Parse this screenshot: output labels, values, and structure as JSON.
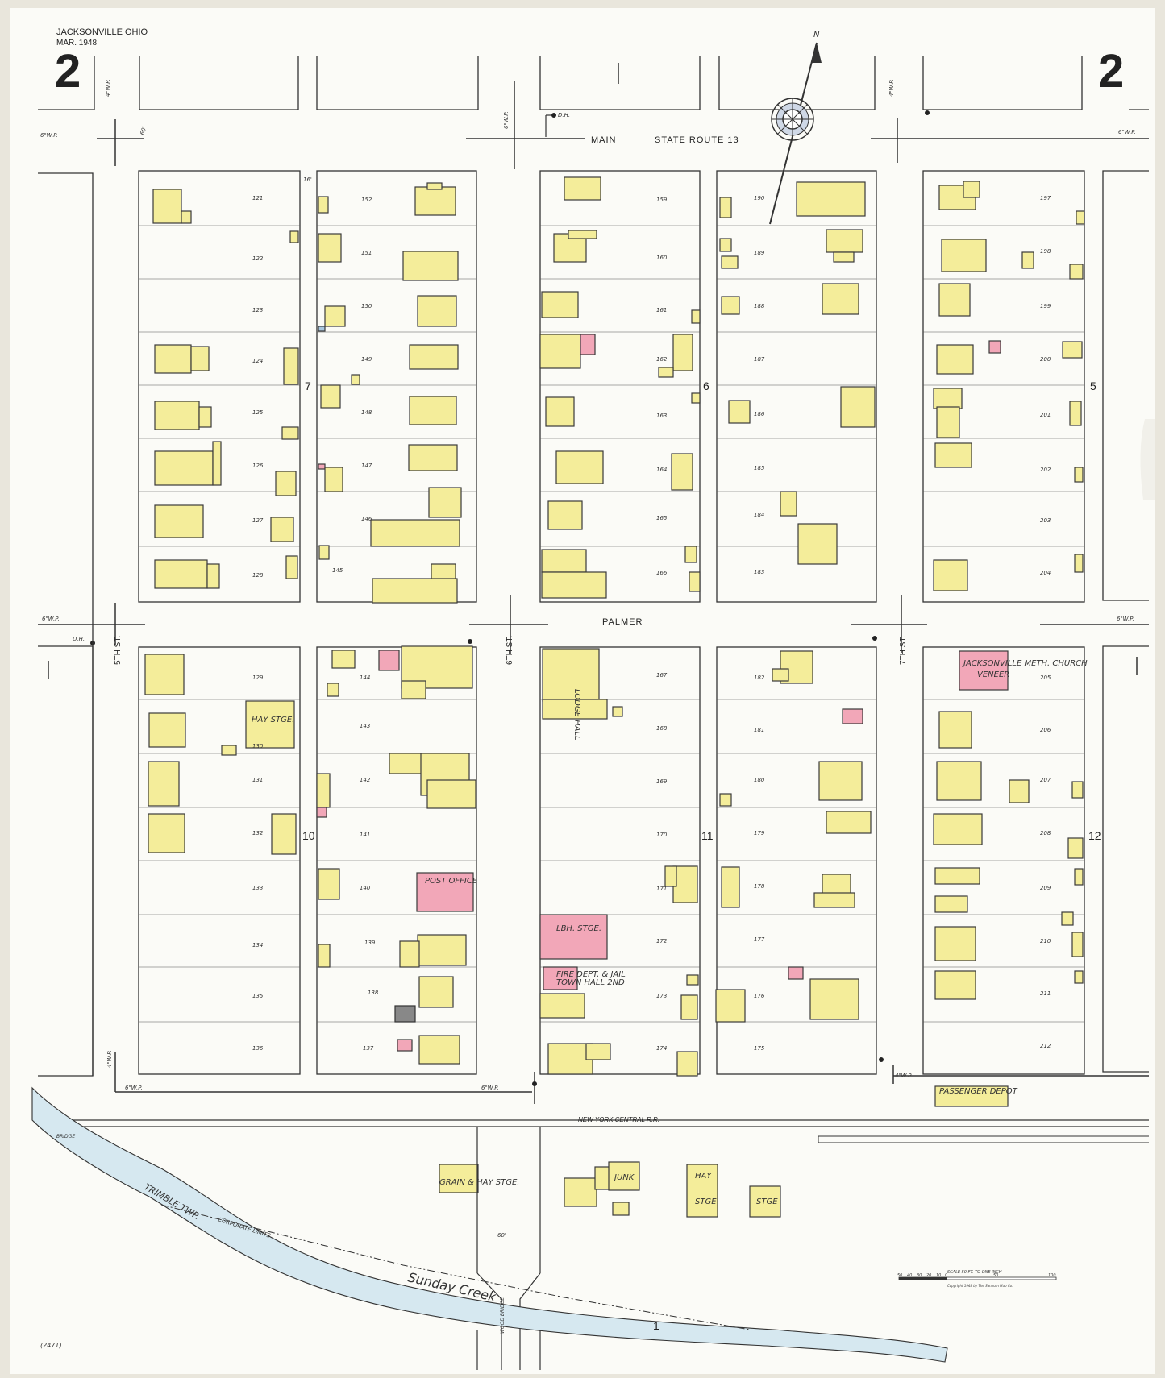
{
  "map": {
    "city": "JACKSONVILLE OHIO",
    "date": "MAR. 1948",
    "sheet_number": "2",
    "sheet_number_right": "2",
    "catalog_number": "(2471)",
    "copyright": "Copyright 1948 by The Sanborn Map Co."
  },
  "streets": {
    "main": "MAIN",
    "route": "STATE ROUTE 13",
    "palmer": "PALMER",
    "fifth": "5TH ST.",
    "sixth": "6TH ST.",
    "seventh": "7TH ST.",
    "railroad": "NEW YORK CENTRAL R.R.",
    "creek": "Sunday Creek",
    "township": "TRIMBLE TWP.",
    "corporate": "CORPORATE LIMITS",
    "bridge": "WOOD BRIDGE",
    "bridge_left": "BRIDGE"
  },
  "blocks": [
    "7",
    "6",
    "5",
    "10",
    "11",
    "12"
  ],
  "adjoining_sheets": [
    "1"
  ],
  "buildings": {
    "post_office": "POST OFFICE",
    "lodge_hall": "LODGE HALL",
    "church": "JACKSONVILLE METH. CHURCH",
    "church_note": "VENEER",
    "storage": "LBH. STGE.",
    "fire_dept": "FIRE DEPT. & JAIL",
    "town_hall": "TOWN HALL 2ND",
    "hay_storage": "HAY STGE.",
    "passenger_depot": "PASSENGER DEPOT",
    "grain_hay": "GRAIN & HAY STGE.",
    "junk": "JUNK",
    "hay": "HAY",
    "storage2": "STGE",
    "stge": "STGE"
  },
  "water_pipes": {
    "w6_left": "6\"W.P.",
    "w6_right": "6\"W.P.",
    "w4_main": "4\"W.P.",
    "w6_mid": "6\"W.P.",
    "w4_right": "4\"W.P.",
    "w6_palmer_l": "6\"W.P.",
    "w6_palmer_r": "6\"W.P.",
    "w6_bottom": "6\"W.P.",
    "w4_bottom": "4\"W.P.",
    "w6_bottom2": "6\"W.P.",
    "w4_bottom2": "4\"W.P."
  },
  "hydrant_label": "D.H.",
  "dims": {
    "d60": "60'",
    "d16": "16'"
  },
  "scale": {
    "title": "SCALE 50 FT. TO ONE INCH",
    "ticks": [
      "50",
      "40",
      "30",
      "20",
      "10",
      "0",
      "50",
      "100"
    ]
  },
  "compass_letter": "N",
  "lot_numbers": {
    "block7": [
      "152",
      "151",
      "150",
      "149",
      "148",
      "147",
      "146",
      "145"
    ],
    "block6": [
      "159",
      "160",
      "161",
      "162",
      "163",
      "164",
      "165",
      "166"
    ],
    "block5": [
      "197",
      "198",
      "199",
      "200",
      "201",
      "202",
      "203",
      "204"
    ],
    "blockW": [
      "121",
      "122",
      "123",
      "124",
      "125",
      "126",
      "127",
      "128"
    ],
    "blockE6": [
      "190",
      "189",
      "188",
      "187",
      "186",
      "185",
      "184",
      "183"
    ],
    "block10": [
      "144",
      "143",
      "142",
      "141",
      "140",
      "139",
      "138",
      "137"
    ],
    "block11": [
      "167",
      "168",
      "169",
      "170",
      "171",
      "172",
      "173",
      "174"
    ],
    "block11E": [
      "182",
      "181",
      "180",
      "179",
      "178",
      "177",
      "176",
      "175"
    ],
    "block12": [
      "205",
      "206",
      "207",
      "208",
      "209",
      "210",
      "211",
      "212"
    ],
    "blockW2": [
      "129",
      "130",
      "131",
      "132",
      "133",
      "134",
      "135",
      "136"
    ]
  }
}
